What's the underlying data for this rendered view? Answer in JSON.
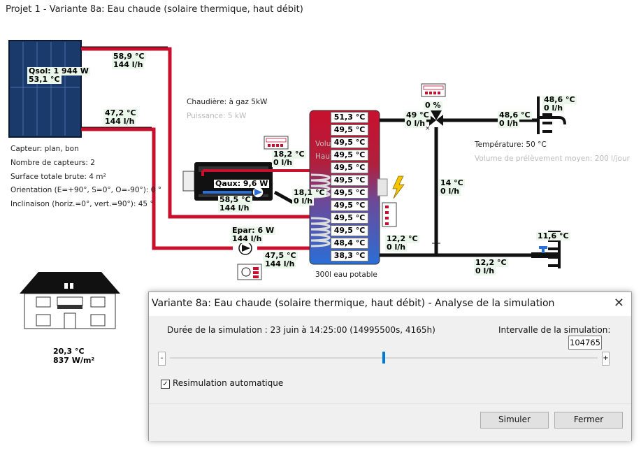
{
  "window": {
    "title": "Projet 1 - Variante 8a: Eau chaude (solaire thermique, haut débit)"
  },
  "collector": {
    "power": "Qsol: 1 944 W",
    "temp": "53,1 °C",
    "info": [
      "Capteur: plan, bon",
      "Nombre de capteurs: 2",
      "Surface totale brute: 4 m²",
      "Orientation (E=+90°, S=0°, O=-90°): 0 °",
      "Inclinaison (horiz.=0°, vert.=90°): 45 °"
    ]
  },
  "pipes": {
    "top_temp": "58,9 °C",
    "top_flow": "144 l/h",
    "mid_temp": "47,2 °C",
    "mid_flow": "144 l/h",
    "boiler_in_temp": "18,2 °C",
    "boiler_in_flow": "0 l/h",
    "boiler_out_temp": "18,1 °C",
    "boiler_out_flow": "0 l/h",
    "coil_temp": "58,5 °C",
    "coil_flow": "144 l/h",
    "pump_power": "Epar: 6 W",
    "pump_flow": "144 l/h",
    "return_temp": "47,5 °C",
    "return_flow": "144 l/h",
    "hot_out_temp": "49 °C",
    "hot_out_flow": "0 l/h",
    "valve_pct": "0 %",
    "tap_hot_temp": "48,6 °C",
    "tap_hot_flow": "0 l/h",
    "tap_out_temp": "48,6 °C",
    "tap_out_flow": "0 l/h",
    "vertical_temp": "14 °C",
    "vertical_flow": "0 l/h",
    "cold_in_temp": "12,2 °C",
    "cold_in_flow": "0 l/h",
    "cold_main_temp": "12,2 °C",
    "cold_main_flow": "0 l/h",
    "cold_tap_temp": "11,6 °C"
  },
  "boiler": {
    "type": "Chaudière: à gaz 5kW",
    "power": "Puissance: 5 kW",
    "qaux": "Qaux: 9,6 W"
  },
  "tank": {
    "temps": [
      "51,3 °C",
      "49,5 °C",
      "49,5 °C",
      "49,5 °C",
      "49,5 °C",
      "49,5 °C",
      "49,5 °C",
      "49,5 °C",
      "49,5 °C",
      "49,5 °C",
      "48,4 °C",
      "38,3 °C"
    ],
    "label": "300l eau potable",
    "hidden_vol": "Volu",
    "hidden_haut": "Haut"
  },
  "demand": {
    "temp": "Température: 50 °C",
    "volume": "Volume de prélèvement moyen: 200 l/jour"
  },
  "house": {
    "temp": "20,3 °C",
    "irr": "837 W/m²"
  },
  "dialog": {
    "title": "Variante 8a: Eau chaude (solaire thermique, haut débit) - Analyse de la simulation",
    "close": "✕",
    "duration": "Durée de la simulation : 23 juin  à 14:25:00 (14995500s, 4165h)",
    "interval_label": "Intervalle de la simulation:",
    "interval_value": "104765",
    "minus": "-",
    "plus": "+",
    "slider_value": 0.5,
    "checkbox_label": "Resimulation automatique",
    "checkbox_mark": "✓",
    "simulate": "Simuler",
    "close_button": "Fermer"
  }
}
